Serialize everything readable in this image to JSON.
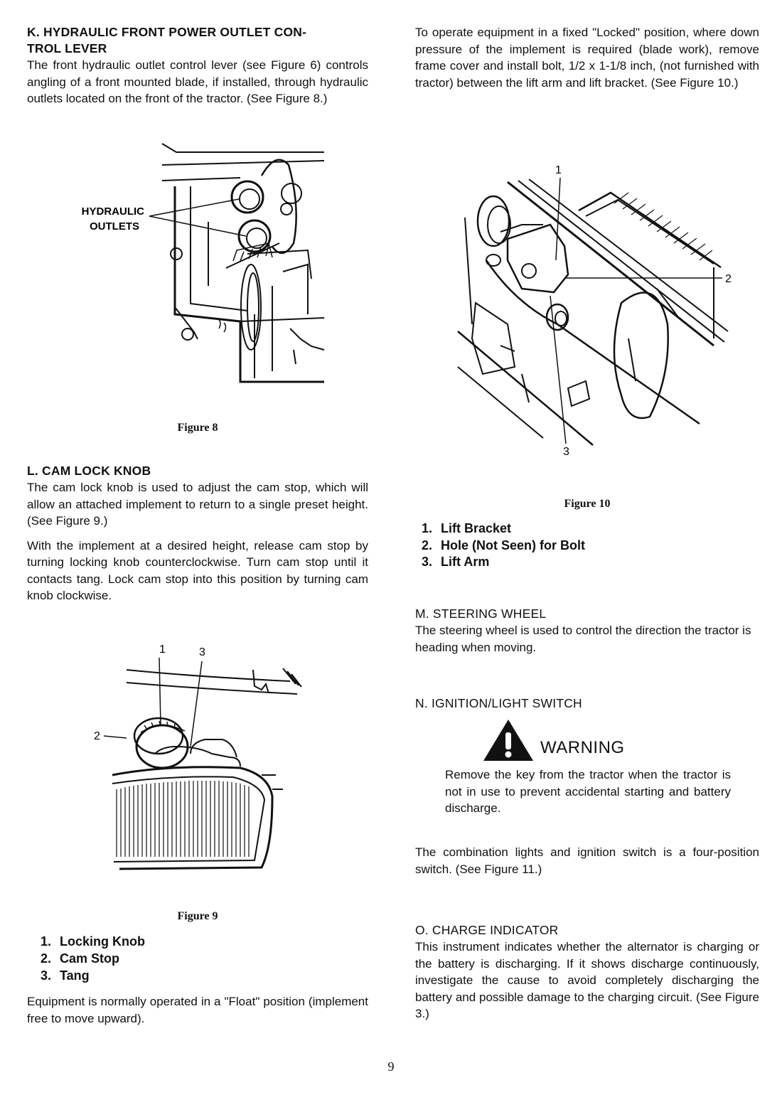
{
  "sections": {
    "k": {
      "heading_line1": "K. HYDRAULIC FRONT POWER OUTLET CON-",
      "heading_line2": "TROL LEVER",
      "body": "The front hydraulic outlet control lever (see Figure 6) controls angling of a front mounted blade, if installed, through hydraulic outlets located on the front of the tractor. (See Figure 8.)"
    },
    "l": {
      "heading": "L. CAM LOCK KNOB",
      "body1": "The cam lock knob is used to adjust the cam stop, which will allow an attached implement to return to a single preset height. (See Figure 9.)",
      "body2": "With the implement at a desired height, release cam stop by turning locking knob counterclockwise. Turn cam stop until it contacts tang. Lock cam stop into this position by turning cam knob clockwise."
    },
    "float_text": "Equipment is normally operated in a \"Float\" position (implement free to move upward).",
    "locked_text": "To operate equipment in a fixed \"Locked\" position, where down pressure of the implement is required (blade work), remove frame cover and install bolt, 1/2 x 1-1/8 inch, (not furnished with tractor) between the lift arm and lift bracket. (See Figure 10.)",
    "m": {
      "heading": "M. STEERING WHEEL",
      "body": "The steering wheel is used to control the direction the tractor is heading when moving."
    },
    "n": {
      "heading": "N. IGNITION/LIGHT SWITCH",
      "warning_title": "WARNING",
      "warning_body": "Remove the key from the tractor when the tractor is not in use to prevent accidental starting and battery discharge.",
      "body": "The combination lights and ignition switch is a four-position switch. (See Figure 11.)"
    },
    "o": {
      "heading": "O. CHARGE INDICATOR",
      "body": "This instrument indicates whether the alternator is charging or the battery is discharging. If it shows discharge continuously, investigate the cause to avoid completely discharging the battery and possible damage to the charging circuit. (See Figure 3.)"
    }
  },
  "figures": {
    "fig8": {
      "caption": "Figure 8",
      "label_line1": "HYDRAULIC",
      "label_line2": "OUTLETS"
    },
    "fig9": {
      "caption": "Figure 9",
      "callout_1": "1",
      "callout_2": "2",
      "callout_3": "3",
      "legend": [
        {
          "num": "1.",
          "text": "Locking Knob"
        },
        {
          "num": "2.",
          "text": "Cam Stop"
        },
        {
          "num": "3.",
          "text": "Tang"
        }
      ]
    },
    "fig10": {
      "caption": "Figure 10",
      "callout_1": "1",
      "callout_2": "2",
      "callout_3": "3",
      "legend": [
        {
          "num": "1.",
          "text": "Lift Bracket"
        },
        {
          "num": "2.",
          "text": "Hole (Not Seen) for Bolt"
        },
        {
          "num": "3.",
          "text": "Lift Arm"
        }
      ]
    }
  },
  "page_number": "9"
}
